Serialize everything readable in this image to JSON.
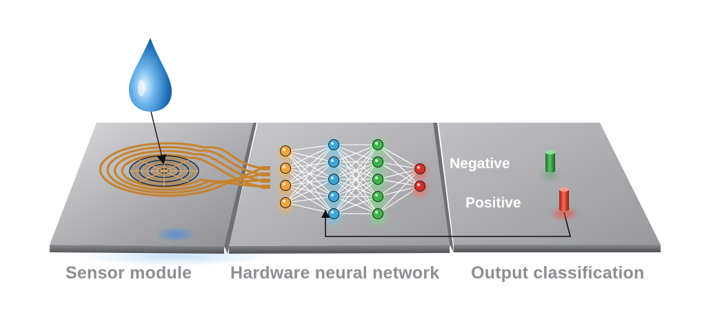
{
  "diagram": {
    "on_panel_labels": {
      "negative": "Negative",
      "positive": "Positive"
    },
    "captions": {
      "sensor": "Sensor module",
      "network": "Hardware neural network",
      "output": "Output classification"
    },
    "network": {
      "layers": [
        {
          "nodes": 4,
          "color": "#f0a23c",
          "glow": "#ffb347"
        },
        {
          "nodes": 5,
          "color": "#3aa6d8",
          "glow": "#5cd0ff"
        },
        {
          "nodes": 5,
          "color": "#3db549",
          "glow": "#6ef07a"
        },
        {
          "nodes": 2,
          "color": "#d9302b",
          "glow": "#ff5a4f"
        }
      ]
    },
    "colors": {
      "panel_top": "#b9babd",
      "panel_edge": "#6f7074",
      "droplet": "#3d8fd6",
      "electrode": "#c8832f",
      "indicator_negative": "#2e9a3b",
      "indicator_positive": "#e23a2c"
    },
    "icons": [
      "droplet-icon",
      "sensor-electrode-icon",
      "indicator-green-icon",
      "indicator-red-icon"
    ]
  }
}
